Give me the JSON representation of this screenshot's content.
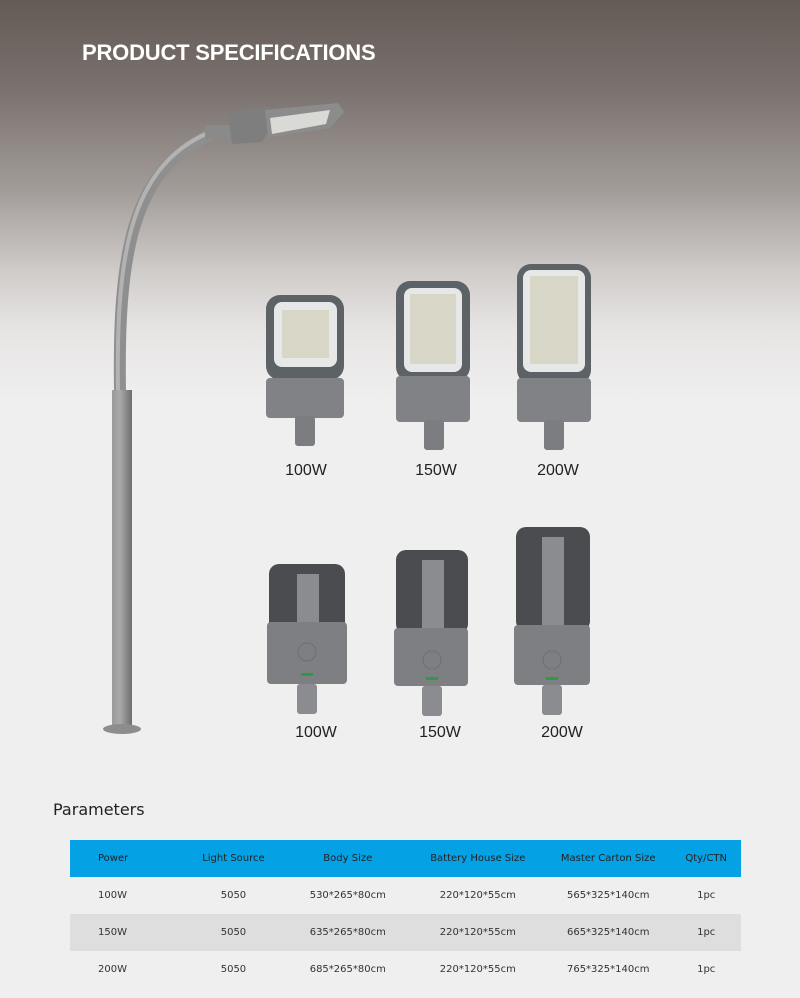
{
  "header": {
    "title": "PRODUCT SPECIFICATIONS"
  },
  "front_views": [
    {
      "label": "100W"
    },
    {
      "label": "150W"
    },
    {
      "label": "200W"
    }
  ],
  "back_views": [
    {
      "label": "100W"
    },
    {
      "label": "150W"
    },
    {
      "label": "200W"
    }
  ],
  "parameters": {
    "title": "Parameters",
    "header_color": "#05a1e5",
    "columns": [
      "Power",
      "Light Source",
      "Body Size",
      "Battery House Size",
      "Master Carton Size",
      "Qty/CTN"
    ],
    "rows": [
      [
        "100W",
        "5050",
        "530*265*80cm",
        "220*120*55cm",
        "565*325*140cm",
        "1pc"
      ],
      [
        "150W",
        "5050",
        "635*265*80cm",
        "220*120*55cm",
        "665*325*140cm",
        "1pc"
      ],
      [
        "200W",
        "5050",
        "685*265*80cm",
        "220*120*55cm",
        "765*325*140cm",
        "1pc"
      ]
    ]
  }
}
